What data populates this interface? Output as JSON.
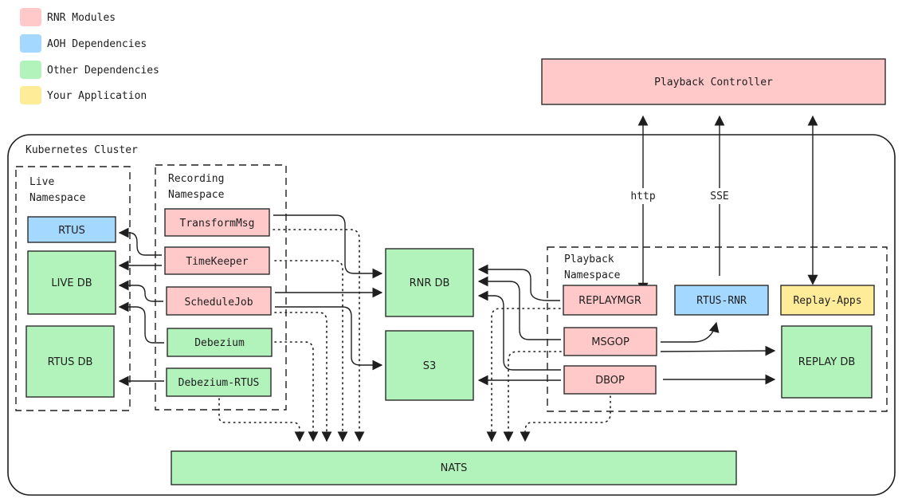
{
  "colors": {
    "rnr": "#ffc9c9",
    "aoh": "#a5d8ff",
    "other": "#b2f2bb",
    "app": "#ffec99",
    "stroke": "#1e1e1e"
  },
  "legend": [
    {
      "label": "RNR Modules",
      "kind": "rnr"
    },
    {
      "label": "AOH Dependencies",
      "kind": "aoh"
    },
    {
      "label": "Other Dependencies",
      "kind": "other"
    },
    {
      "label": "Your Application",
      "kind": "app"
    }
  ],
  "external": {
    "playback_controller": "Playback Controller"
  },
  "cluster": {
    "title": "Kubernetes Cluster",
    "namespaces": {
      "live": {
        "title_line1": "Live",
        "title_line2": "Namespace"
      },
      "recording": {
        "title_line1": "Recording",
        "title_line2": "Namespace"
      },
      "playback": {
        "title_line1": "Playback",
        "title_line2": "Namespace"
      }
    },
    "nodes": {
      "rtus": "RTUS",
      "live_db": "LIVE DB",
      "rtus_db": "RTUS DB",
      "transform_msg": "TransformMsg",
      "timekeeper": "TimeKeeper",
      "schedule_job": "ScheduleJob",
      "debezium": "Debezium",
      "debezium_rtus": "Debezium-RTUS",
      "rnr_db": "RNR DB",
      "s3": "S3",
      "replaymgr": "REPLAYMGR",
      "msgop": "MSGOP",
      "dbop": "DBOP",
      "rtus_rnr": "RTUS-RNR",
      "replay_apps": "Replay-Apps",
      "replay_db": "REPLAY DB",
      "nats": "NATS"
    },
    "edge_labels": {
      "http": "http",
      "sse": "SSE"
    }
  }
}
